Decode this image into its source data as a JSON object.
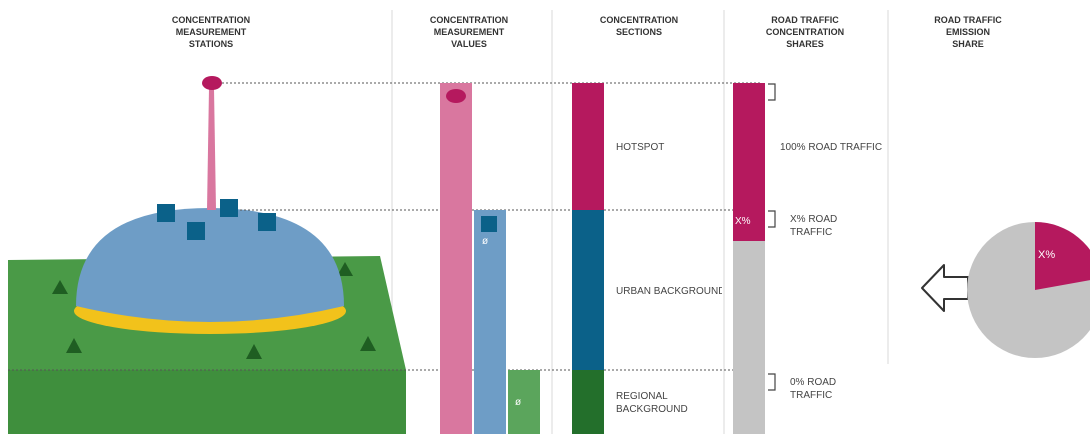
{
  "headers": {
    "stations": "CONCENTRATION\nMEASUREMENT\nSTATIONS",
    "values": "CONCENTRATION\nMEASUREMENT\nVALUES",
    "sections": "CONCENTRATION\nSECTIONS",
    "concentration_shares": "ROAD TRAFFIC\nCONCENTRATION\nSHARES",
    "emission_share": "ROAD TRAFFIC\nEMISSION\nSHARE"
  },
  "sections": {
    "hotspot": "HOTSPOT",
    "urban": "URBAN BACKGROUND",
    "regional": "REGIONAL\nBACKGROUND"
  },
  "shares": {
    "full": "100% ROAD TRAFFIC",
    "partial": "X% ROAD\nTRAFFIC",
    "zero": "0% ROAD\nTRAFFIC"
  },
  "bar_labels": {
    "x_percent": "X%",
    "urban_mean": "ø",
    "regional_mean": "ø"
  },
  "pie": {
    "slice_label": "X%"
  },
  "colors": {
    "hotspot": "#b5195e",
    "hotspot_light": "#d9779f",
    "urban": "#0b6189",
    "urban_light": "#6e9dc6",
    "regional": "#236f2b",
    "regional_light": "#5ba55c",
    "grey": "#c4c4c4"
  }
}
